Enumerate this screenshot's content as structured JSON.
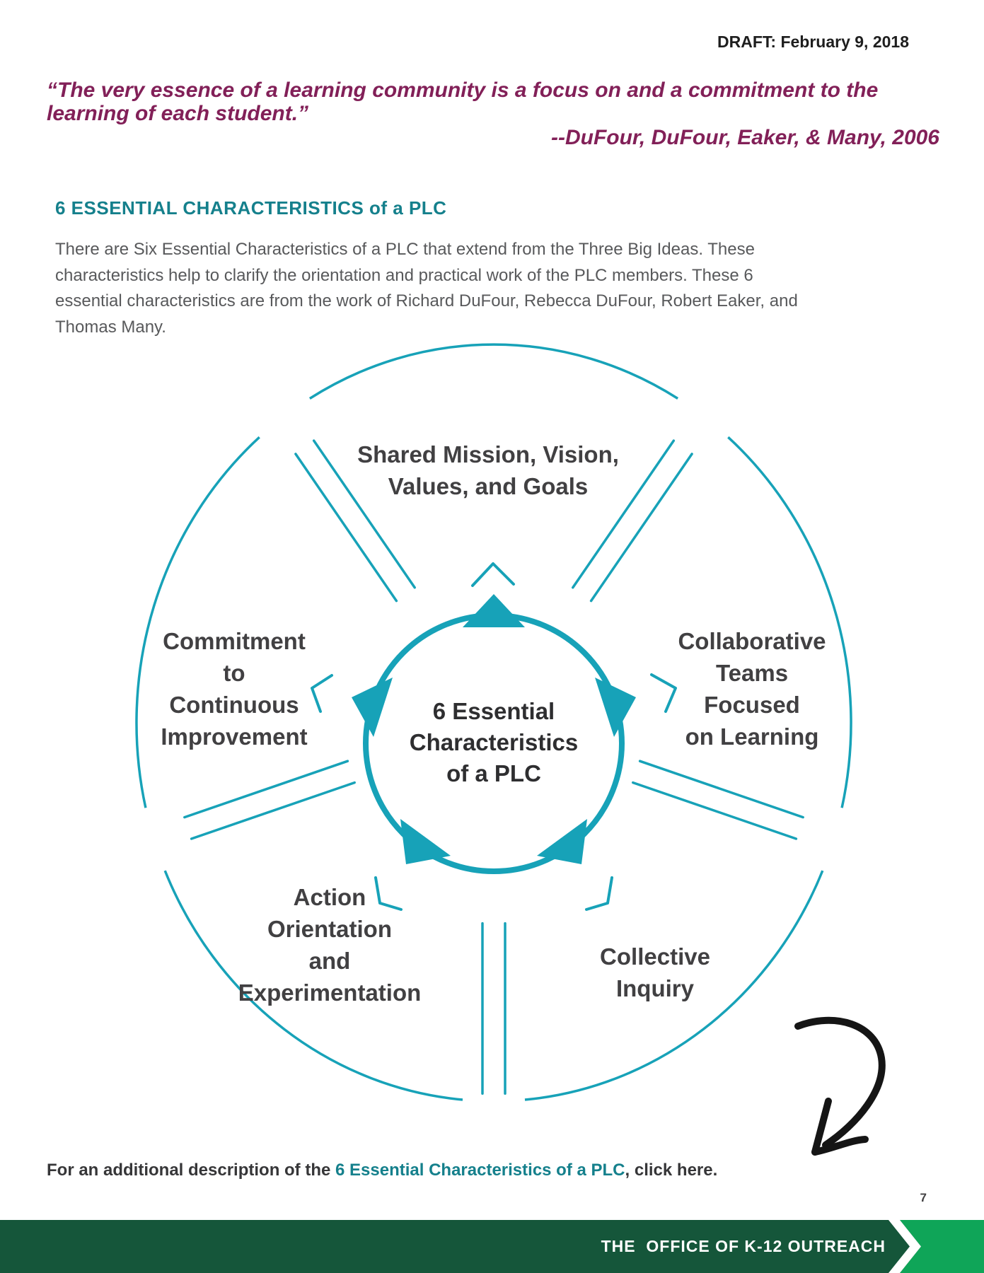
{
  "page": {
    "draft_label": "DRAFT: February 9, 2018",
    "page_number": "7"
  },
  "quote": {
    "text": "“The very essence of a learning community is a focus on and a commitment to the\n learning of each student.”",
    "attribution": "--DuFour, DuFour, Eaker, & Many, 2006"
  },
  "section": {
    "heading": "6 ESSENTIAL CHARACTERISTICS of a PLC",
    "paragraph": "There are Six Essential Characteristics of a PLC that extend from the Three Big Ideas. These\ncharacteristics help to clarify the orientation and practical work of the PLC members. These 6\nessential characteristics are from the work of Richard DuFour, Rebecca DuFour, Robert Eaker, and\nThomas Many."
  },
  "diagram": {
    "center_label": "6 Essential\nCharacteristics\nof a PLC",
    "sectors": [
      {
        "position": "top",
        "label": "Shared Mission, Vision,\nValues, and Goals"
      },
      {
        "position": "right",
        "label": "Collaborative\nTeams\nFocused\non Learning"
      },
      {
        "position": "left",
        "label": "Commitment\nto\nContinuous\nImprovement"
      },
      {
        "position": "bottom-left",
        "label": "Action\nOrientation\nand\nExperimentation"
      },
      {
        "position": "bottom-right",
        "label": "Collective\nInquiry"
      }
    ]
  },
  "footnote": {
    "prefix": "For an additional description of the ",
    "link": "6 Essential Characteristics of a PLC",
    "separator": ", ",
    "suffix": "click here."
  },
  "footer": {
    "text": "THE  OFFICE OF K-12 OUTREACH"
  },
  "colors": {
    "diagram_teal": "#17A2B8",
    "heading_teal": "#15808C",
    "quote_purple": "#822058",
    "footer_dark_green": "#15563A",
    "footer_bright_green": "#0FA558",
    "label_dark": "#414042",
    "body_gray": "#58595B",
    "arrow_black": "#151515"
  }
}
